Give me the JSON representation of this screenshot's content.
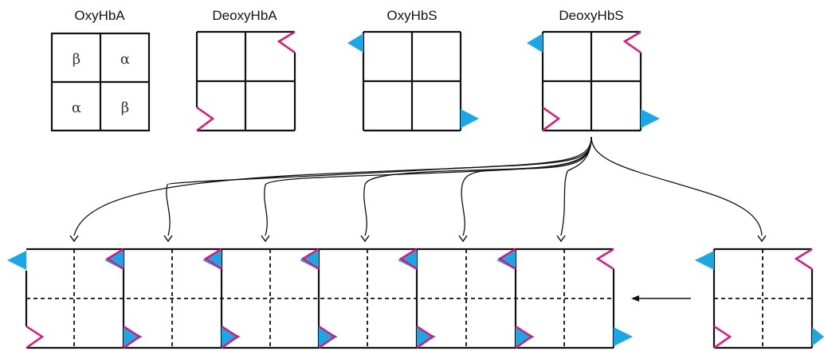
{
  "titles": {
    "oxy_hba": "OxyHbA",
    "deoxy_hba": "DeoxyHbA",
    "oxy_hbs": "OxyHbS",
    "deoxy_hbs": "DeoxyHbS"
  },
  "subunits": {
    "top_left": "β",
    "top_right": "α",
    "bottom_left": "α",
    "bottom_right": "β"
  },
  "colors": {
    "outline": "#111111",
    "sticky_patch": "#1aa7e6",
    "receptor_pocket": "#e0147a"
  },
  "polymer_unit_count": 6
}
